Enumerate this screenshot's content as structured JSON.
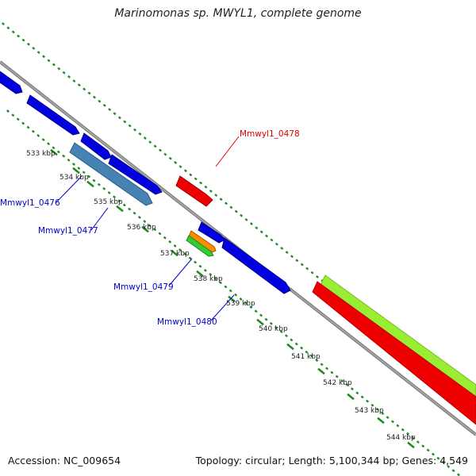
{
  "title": "Marinomonas sp. MWYL1, complete genome",
  "footer": {
    "accession": "Accession: NC_009654",
    "stats": "Topology: circular; Length: 5,100,344 bp; Genes: 4,549"
  },
  "colors": {
    "backbone": "#808080",
    "tick": "#228B22",
    "cds_blue": "#0000E0",
    "cds_steel": "#4682B4",
    "cds_red": "#EE0000",
    "cds_orange": "#FF8C00",
    "cds_green": "#33CC33",
    "band_lime": "#99EE33",
    "band_red": "#EE0000",
    "label_blue": "#0000CC",
    "label_red": "#DD0000"
  },
  "kbp_labels": [
    "533 kbp",
    "534 kbp",
    "535 kbp",
    "536 kbp",
    "537 kbp",
    "538 kbp",
    "539 kbp",
    "540 kbp",
    "541 kbp",
    "542 kbp",
    "543 kbp",
    "544 kbp"
  ],
  "gene_labels": [
    {
      "text": "Mmwyl1_0476",
      "color": "blue"
    },
    {
      "text": "Mmwyl1_0477",
      "color": "blue"
    },
    {
      "text": "Mmwyl1_0478",
      "color": "red"
    },
    {
      "text": "Mmwyl1_0479",
      "color": "blue"
    },
    {
      "text": "Mmwyl1_0480",
      "color": "blue"
    }
  ]
}
